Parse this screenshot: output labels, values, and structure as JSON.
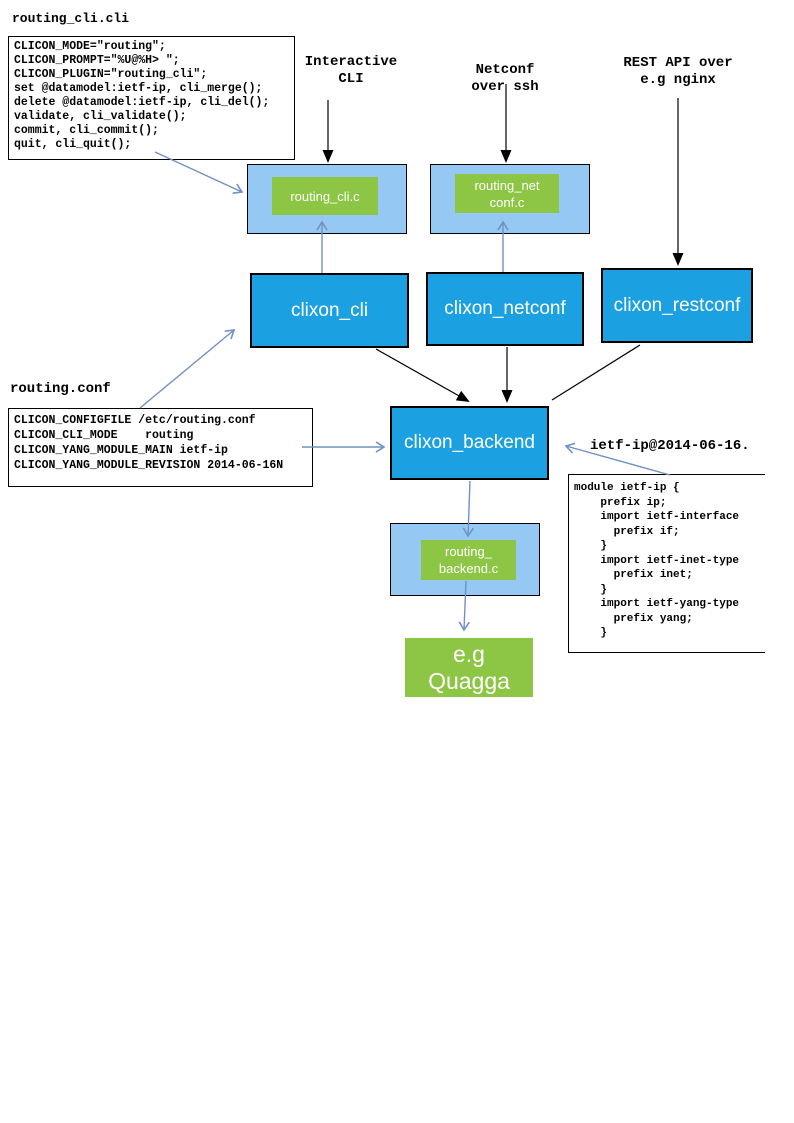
{
  "colors": {
    "app-box": "#1ba1e2",
    "container-box": "#95c9f3",
    "plugin-box": "#8dc644",
    "connector-blue": "#7191c4",
    "connector-black": "#000000"
  },
  "files": {
    "cli_spec": {
      "title": "routing_cli.cli",
      "code": "CLICON_MODE=\"routing\";\nCLICON_PROMPT=\"%U@%H> \";\nCLICON_PLUGIN=\"routing_cli\";\nset @datamodel:ietf-ip, cli_merge();\ndelete @datamodel:ietf-ip, cli_del();\nvalidate, cli_validate();\ncommit, cli_commit();\nquit, cli_quit();"
    },
    "conf": {
      "title": "routing.conf",
      "code": "CLICON_CONFIGFILE /etc/routing.conf\nCLICON_CLI_MODE    routing\nCLICON_YANG_MODULE_MAIN ietf-ip\nCLICON_YANG_MODULE_REVISION 2014-06-16N"
    },
    "yang": {
      "title": "ietf-ip@2014-06-16.",
      "code": "module ietf-ip {\n    prefix ip;\n    import ietf-interface\n      prefix if;\n    }\n    import ietf-inet-type\n      prefix inet;\n    }\n    import ietf-yang-type\n      prefix yang;\n    }"
    }
  },
  "access": {
    "interactive": "Interactive\nCLI",
    "netconf": "Netconf\nover ssh",
    "restapi": "REST API over\ne.g nginx"
  },
  "plugins": {
    "cli": "routing_cli.c",
    "netconf": "routing_net\nconf.c",
    "backend": "routing_\nbackend.c"
  },
  "apps": {
    "cli": "clixon_cli",
    "netconf": "clixon_netconf",
    "restconf": "clixon_restconf",
    "backend": "clixon_backend"
  },
  "external": {
    "quagga": "e.g\nQuagga"
  }
}
